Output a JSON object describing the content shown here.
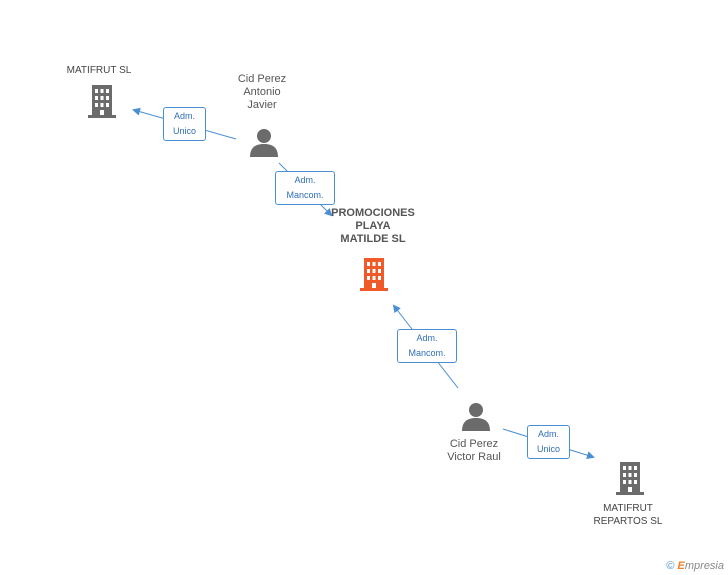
{
  "nodes": {
    "matifrut": {
      "label": "MATIFRUT SL"
    },
    "cid_antonio": {
      "label_lines": [
        "Cid Perez",
        "Antonio",
        "Javier"
      ]
    },
    "promociones": {
      "label_lines": [
        "PROMOCIONES",
        "PLAYA",
        "MATILDE SL"
      ]
    },
    "cid_victor": {
      "label_lines": [
        "Cid Perez",
        "Victor Raul"
      ]
    },
    "matifrut_repartos": {
      "label_lines": [
        "MATIFRUT",
        "REPARTOS SL"
      ]
    }
  },
  "edges": {
    "antonio_to_matifrut": {
      "lines": [
        "Adm.",
        "Unico"
      ]
    },
    "antonio_to_promociones": {
      "lines": [
        "Adm.",
        "Mancom."
      ]
    },
    "victor_to_promociones": {
      "lines": [
        "Adm.",
        "Mancom."
      ]
    },
    "victor_to_repartos": {
      "lines": [
        "Adm.",
        "Unico"
      ]
    }
  },
  "colors": {
    "company": "#6b6b6b",
    "main_company": "#f05a28",
    "person": "#6b6b6b",
    "edge": "#4a8fd4"
  },
  "icons": {
    "company": "building-icon",
    "person": "person-icon"
  },
  "brand": {
    "copyright": "©",
    "e": "E",
    "rest": "mpresia"
  }
}
